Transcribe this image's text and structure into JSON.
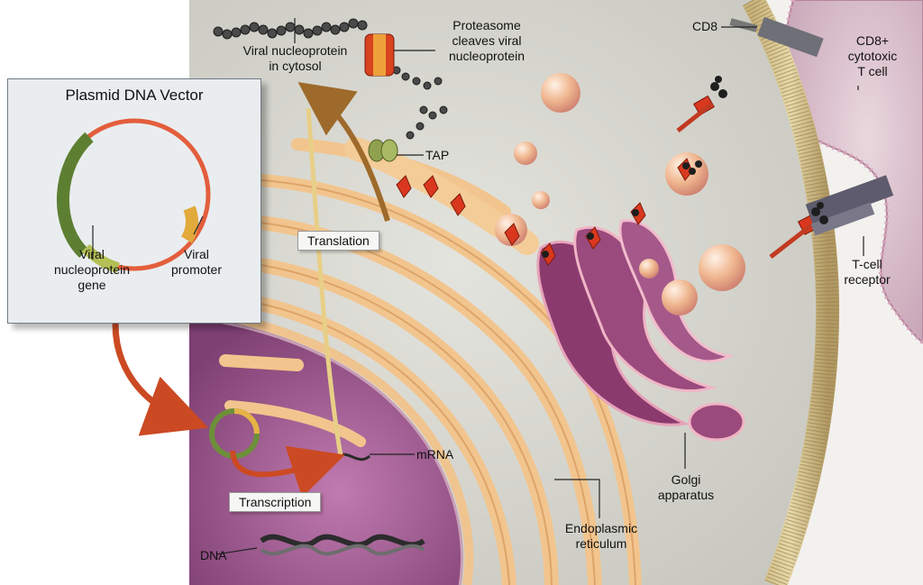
{
  "diagram": {
    "plasmid_panel": {
      "title": "Plasmid DNA Vector",
      "gene_label": [
        "Viral",
        "nucleoprotein",
        "gene"
      ],
      "promoter_label": [
        "Viral",
        "promoter"
      ]
    },
    "labels": {
      "viral_np_cytosol": [
        "Viral nucleoprotein",
        "in cytosol"
      ],
      "proteasome": [
        "Proteasome",
        "cleaves viral",
        "nucleoprotein"
      ],
      "cd8": "CD8",
      "cd8_cell": [
        "CD8+",
        "cytotoxic",
        "T cell"
      ],
      "tap": "TAP",
      "translation": "Translation",
      "t_cell_receptor": [
        "T-cell",
        "receptor"
      ],
      "mrna": "mRNA",
      "transcription": "Transcription",
      "golgi": [
        "Golgi",
        "apparatus"
      ],
      "er": [
        "Endoplasmic",
        "reticulum"
      ],
      "dna": "DNA"
    },
    "colors": {
      "cytoplasm": "#d9d9d3",
      "nucleus": "#9c5c90",
      "er": "#f3cc98",
      "golgi": "#8b3a6e",
      "tcell": "#d7b9c6",
      "arrow": "#cc4a23",
      "panel": "#eaedef"
    }
  }
}
